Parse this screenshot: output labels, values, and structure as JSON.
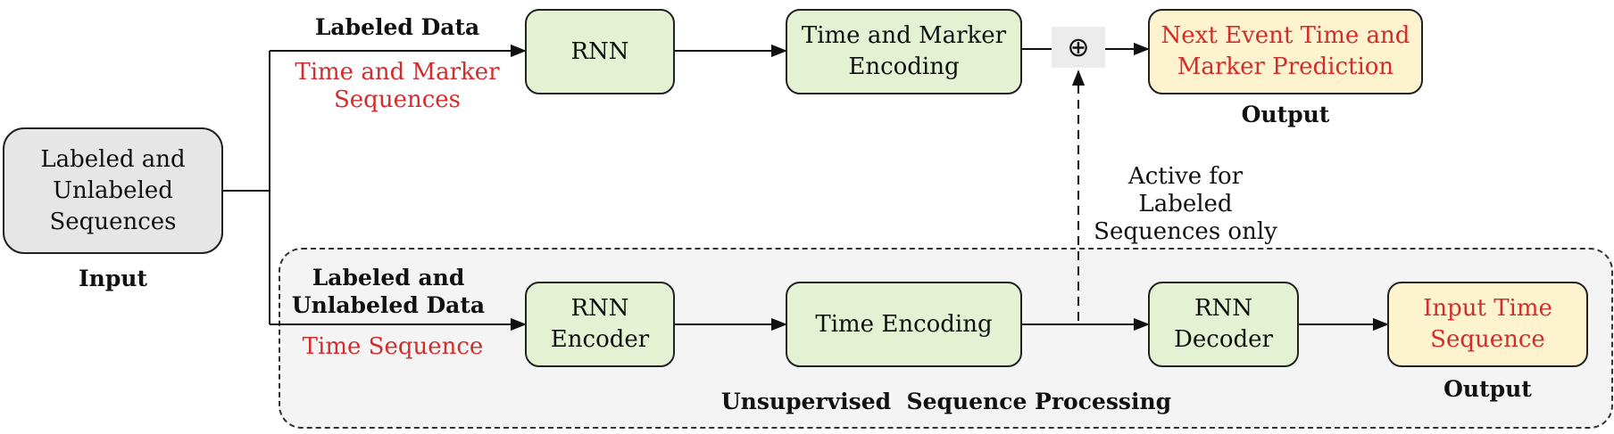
{
  "input": {
    "box": "Labeled and\nUnlabeled\nSequences",
    "caption": "Input"
  },
  "top_branch": {
    "label_bold": "Labeled Data",
    "label_red": "Time and Marker\nSequences",
    "rnn": "RNN",
    "encoding": "Time and Marker\nEncoding",
    "combine_symbol": "⊕",
    "output_box": "Next Event Time and\nMarker Prediction",
    "output_caption": "Output"
  },
  "connector_note": "Active for Labeled\nSequences only",
  "bottom_branch": {
    "label_bold": "Labeled and\nUnlabeled Data",
    "label_red": "Time Sequence",
    "encoder": "RNN\nEncoder",
    "encoding": "Time Encoding",
    "decoder": "RNN\nDecoder",
    "output_box": "Input Time\nSequence",
    "output_caption": "Output",
    "group_title": "Unsupervised  Sequence Processing"
  },
  "colors": {
    "green_box": "#e4f1d2",
    "gray_box": "#e6e6e6",
    "yellow_box": "#fdf3cf",
    "red_text": "#d22d2d",
    "group_fill": "#f4f4f4"
  }
}
